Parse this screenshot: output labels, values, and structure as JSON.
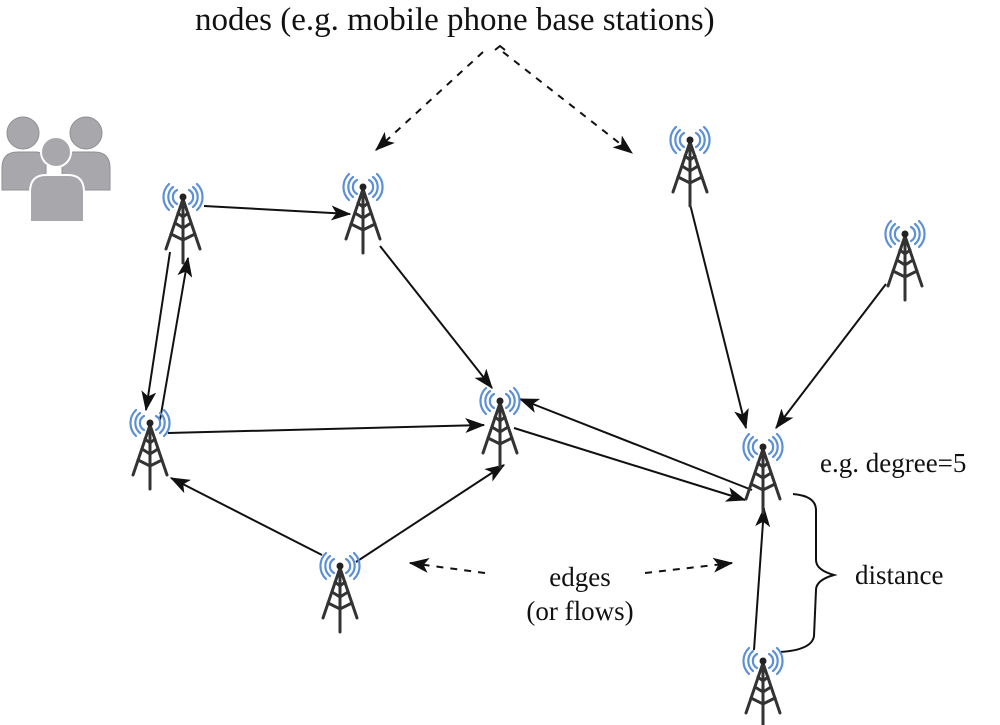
{
  "labels": {
    "title": "nodes (e.g. mobile phone base stations)",
    "degree": "e.g. degree=5",
    "distance": "distance",
    "edges_line1": "edges",
    "edges_line2": "(or flows)"
  },
  "icons": {
    "users": "users-group-icon",
    "node": "cell-tower-icon"
  },
  "colors": {
    "edge": "#111111",
    "tower": "#333333",
    "signal": "#5b8fd6",
    "users": "#a8a8ac",
    "text": "#111111"
  },
  "nodes": [
    {
      "id": "n1"
    },
    {
      "id": "n2"
    },
    {
      "id": "n3"
    },
    {
      "id": "n4"
    },
    {
      "id": "n5"
    },
    {
      "id": "n6"
    },
    {
      "id": "n7"
    },
    {
      "id": "n8"
    },
    {
      "id": "n9"
    }
  ],
  "edges": [
    {
      "from": "n1",
      "to": "n5"
    },
    {
      "from": "n5",
      "to": "n1"
    },
    {
      "from": "n1",
      "to": "n2"
    },
    {
      "from": "n2",
      "to": "n6"
    },
    {
      "from": "n5",
      "to": "n6"
    },
    {
      "from": "n8",
      "to": "n6"
    },
    {
      "from": "n8",
      "to": "n5"
    },
    {
      "from": "n6",
      "to": "n7"
    },
    {
      "from": "n7",
      "to": "n6"
    },
    {
      "from": "n3",
      "to": "n7"
    },
    {
      "from": "n4",
      "to": "n7"
    },
    {
      "from": "n9",
      "to": "n7"
    }
  ]
}
